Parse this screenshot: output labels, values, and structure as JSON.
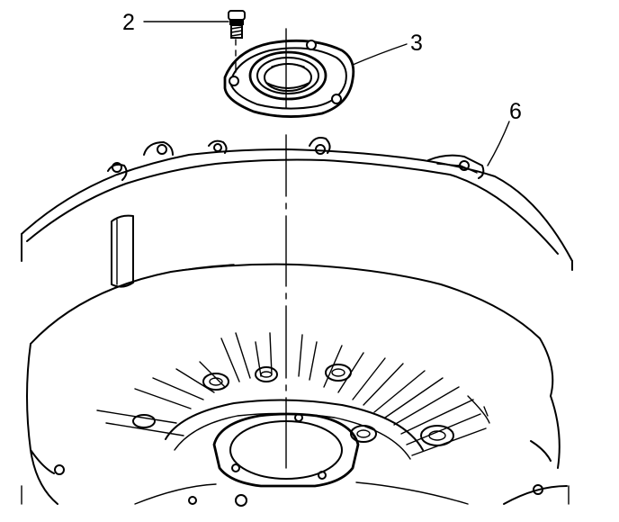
{
  "callouts": {
    "bolt": "2",
    "seal_housing": "3",
    "case": "6"
  },
  "colors": {
    "line": "#000000",
    "background": "#ffffff"
  }
}
